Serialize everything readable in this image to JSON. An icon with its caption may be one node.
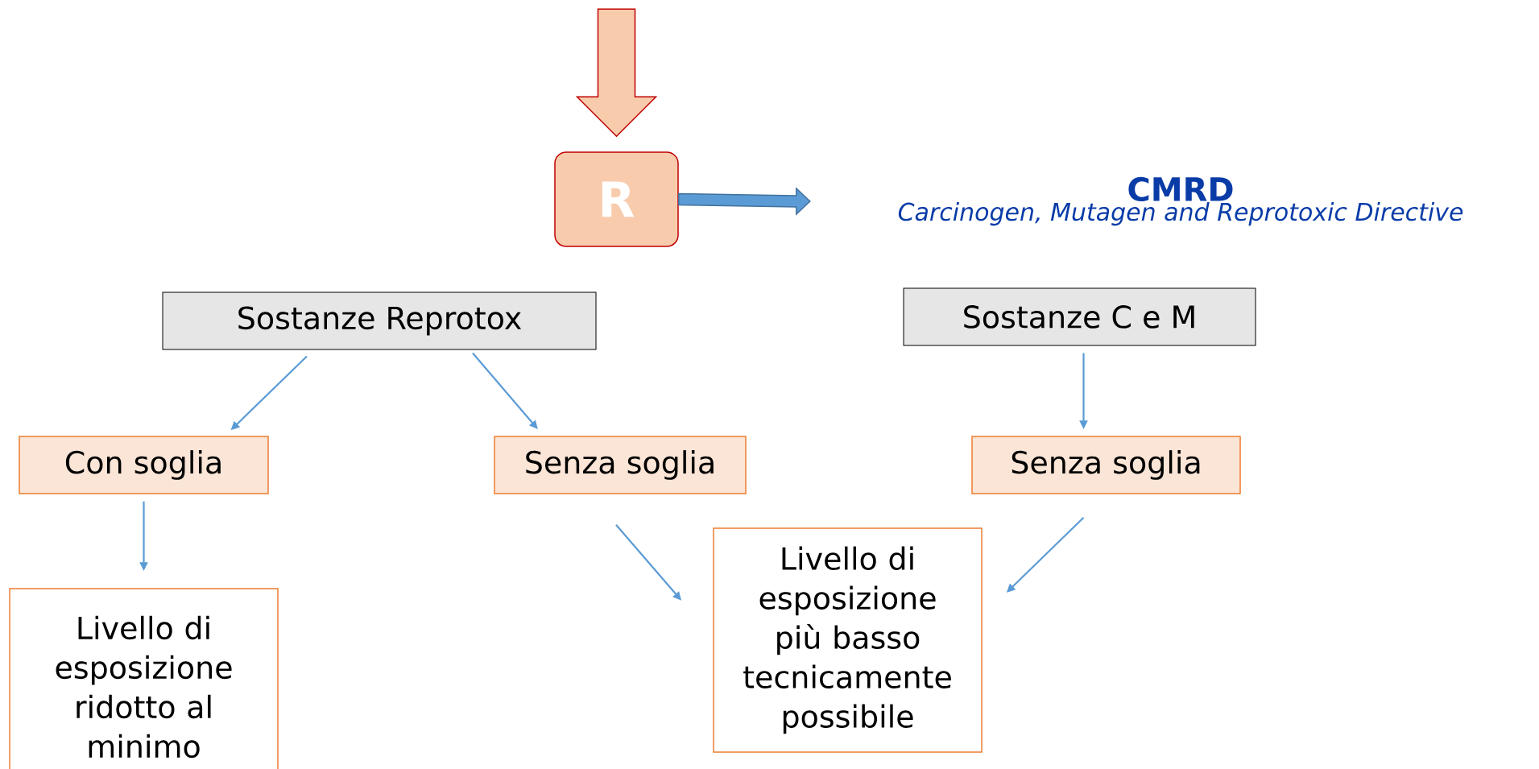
{
  "diagram": {
    "nodes": [
      {
        "text": [
          "R"
        ]
      },
      {
        "text": [
          "CMRD",
          "Carcinogen, Mutagen and Reprotoxic Directive"
        ]
      },
      {
        "text": [
          "Sostanze Reprotox"
        ]
      },
      {
        "text": [
          "Sostanze C e M"
        ]
      },
      {
        "text": [
          "Con soglia"
        ]
      },
      {
        "text": [
          "Senza soglia"
        ]
      },
      {
        "text": [
          "Senza soglia"
        ]
      },
      {
        "text": [
          "Livello di esposizione ridotto al minimo"
        ]
      },
      {
        "text": [
          "Livello di esposizione più basso tecnicamente possibile"
        ]
      }
    ],
    "edges": [
      {
        "from": null,
        "to": 0,
        "arrow": "to",
        "style": "thick",
        "color": "#c00000"
      },
      {
        "from": 0,
        "to": 1,
        "arrow": "to",
        "style": "thick"
      },
      {
        "from": 2,
        "to": 4,
        "arrow": "to"
      },
      {
        "from": 2,
        "to": 5,
        "arrow": "to"
      },
      {
        "from": 3,
        "to": 6,
        "arrow": "to"
      },
      {
        "from": 4,
        "to": 7,
        "arrow": "to"
      },
      {
        "from": 5,
        "to": 8,
        "arrow": "to"
      },
      {
        "from": 6,
        "to": 8,
        "arrow": "to"
      }
    ]
  }
}
